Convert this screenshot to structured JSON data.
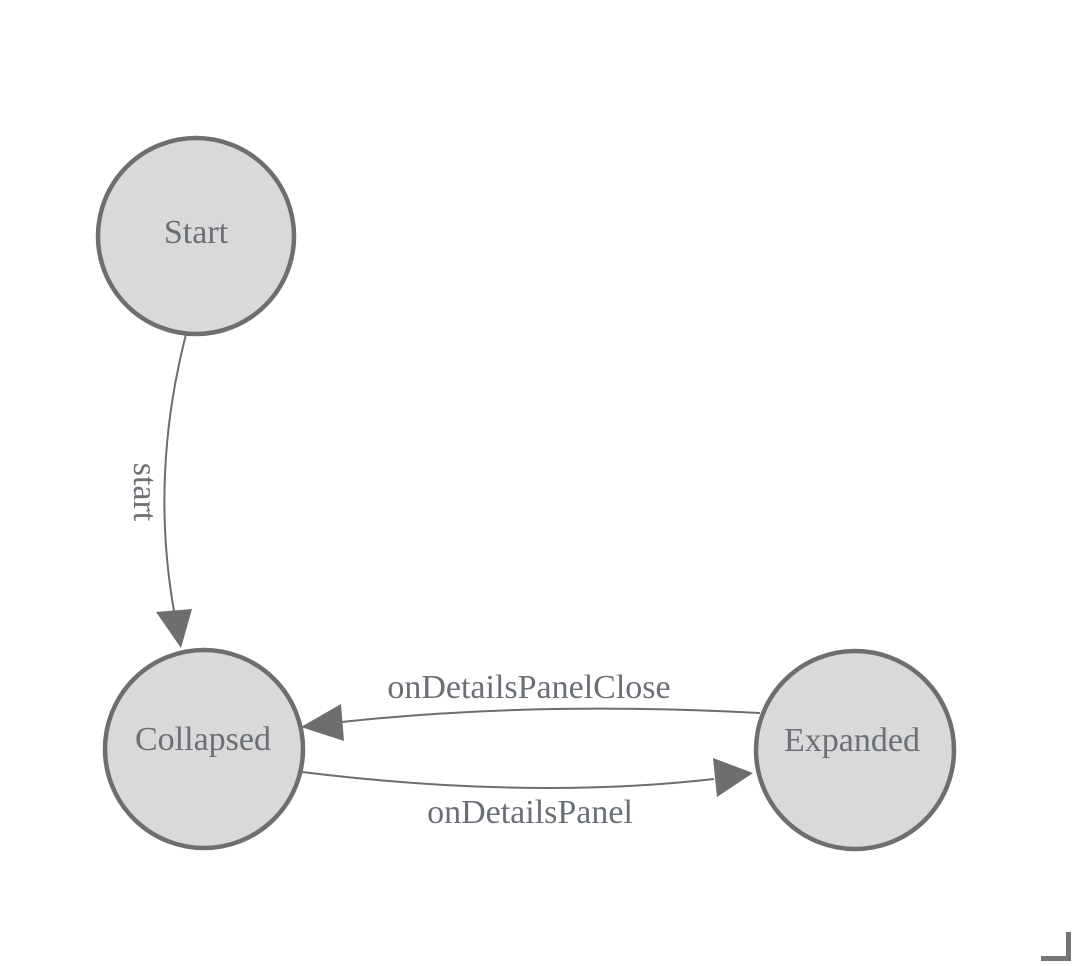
{
  "diagram": {
    "title": "state-machine-diagram",
    "nodes": [
      {
        "id": "start",
        "label": "Start"
      },
      {
        "id": "collapsed",
        "label": "Collapsed"
      },
      {
        "id": "expanded",
        "label": "Expanded"
      }
    ],
    "edges": [
      {
        "from": "Start",
        "to": "Collapsed",
        "label": "start"
      },
      {
        "from": "Expanded",
        "to": "Collapsed",
        "label": "onDetailsPanelClose"
      },
      {
        "from": "Collapsed",
        "to": "Expanded",
        "label": "onDetailsPanel"
      }
    ],
    "colors": {
      "node_fill": "#d9d9d9",
      "node_stroke": "#6e6e6e",
      "edge_stroke": "#6e6e6e",
      "arrowhead_fill": "#6e6e6e",
      "label_text": "#6b7077",
      "resize_handle": "#757575",
      "background": "#ffffff"
    }
  }
}
